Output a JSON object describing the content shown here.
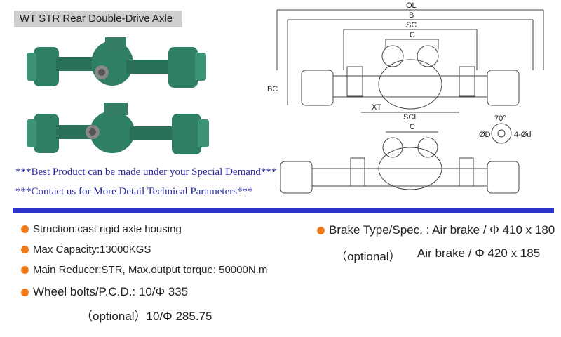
{
  "title": "WT STR Rear Double-Drive Axle",
  "promo": {
    "line1": "***Best Product can be made under your Special Demand***",
    "line2": "***Contact us for More Detail Technical Parameters***"
  },
  "specs_left": [
    "Struction:cast rigid axle housing",
    "Max Capacity:13000KGS",
    "Main Reducer:STR, Max.output torque: 50000N.m",
    "Wheel bolts/P.C.D.: 10/Φ 335"
  ],
  "wheel_optional": "（optional）10/Φ 285.75",
  "brake": {
    "line1": "Brake Type/Spec. : Air brake / Φ 410 x 180",
    "optional_label": "（optional）",
    "optional_value": "Air brake / Φ 420 x 185"
  },
  "drawing_labels": {
    "ol": "OL",
    "b": "B",
    "sc": "SC",
    "c_top": "C",
    "bc": "BC",
    "xt": "XT",
    "sci": "SCI",
    "c_bottom": "C",
    "angle": "70°",
    "d_large": "ØD",
    "d_holes": "4-Ød"
  },
  "colors": {
    "axle_green": "#2f7f62",
    "accent_blue": "#2c33c9",
    "bullet_orange": "#f07a18",
    "promo_blue": "#2a2aa0"
  }
}
